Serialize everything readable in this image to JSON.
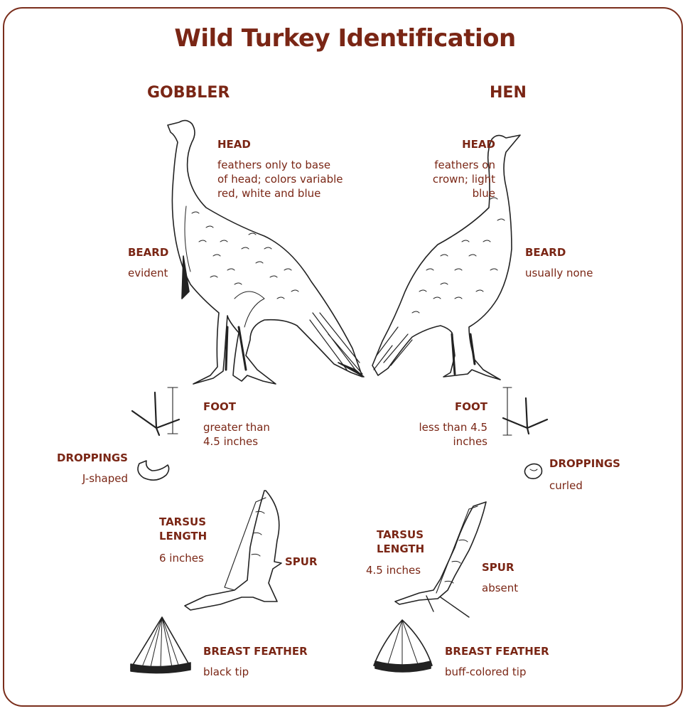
{
  "title": "Wild Turkey Identification",
  "gobbler": {
    "heading": "GOBBLER",
    "head_label": "HEAD",
    "head_text": [
      "feathers only to base",
      "of head; colors variable",
      "red, white and blue"
    ],
    "beard_label": "BEARD",
    "beard_text": "evident",
    "foot_label": "FOOT",
    "foot_text": [
      "greater than",
      "4.5 inches"
    ],
    "droppings_label": "DROPPINGS",
    "droppings_text": "J-shaped",
    "tarsus_label": [
      "TARSUS",
      "LENGTH"
    ],
    "tarsus_text": "6 inches",
    "spur_label": "SPUR",
    "feather_label": "BREAST FEATHER",
    "feather_text": "black tip"
  },
  "hen": {
    "heading": "HEN",
    "head_label": "HEAD",
    "head_text": [
      "feathers on",
      "crown; light",
      "blue"
    ],
    "beard_label": "BEARD",
    "beard_text": "usually none",
    "foot_label": "FOOT",
    "foot_text": [
      "less than 4.5",
      "inches"
    ],
    "droppings_label": "DROPPINGS",
    "droppings_text": "curled",
    "tarsus_label": [
      "TARSUS",
      "LENGTH"
    ],
    "tarsus_text": "4.5 inches",
    "spur_label": "SPUR",
    "spur_text": "absent",
    "feather_label": "BREAST FEATHER",
    "feather_text": "buff-colored tip"
  },
  "colors": {
    "accent": "#7a2615",
    "frame": "#7a2e1c",
    "ink": "#222222"
  },
  "icons": [
    "gobbler-illustration",
    "hen-illustration",
    "gobbler-foot-track",
    "hen-foot-track",
    "gobbler-droppings",
    "hen-droppings",
    "gobbler-leg",
    "hen-leg",
    "gobbler-breast-feather",
    "hen-breast-feather"
  ]
}
